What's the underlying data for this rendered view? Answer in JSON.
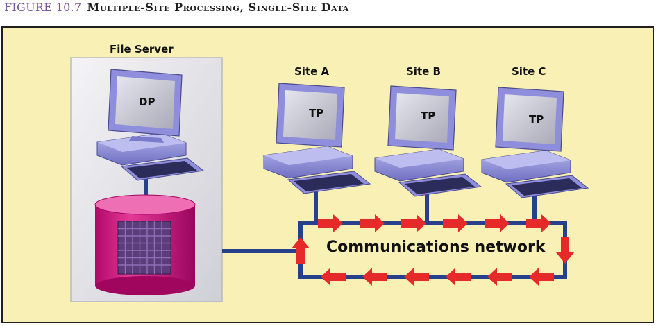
{
  "caption": {
    "number": "FIGURE 10.7",
    "title": "Multiple-Site Processing, Single-Site Data"
  },
  "server": {
    "label": "File Server",
    "screen_text": "DP"
  },
  "sites": [
    {
      "label": "Site A",
      "screen_text": "TP"
    },
    {
      "label": "Site B",
      "screen_text": "TP"
    },
    {
      "label": "Site C",
      "screen_text": "TP"
    }
  ],
  "network": {
    "label": "Communications network"
  },
  "colors": {
    "background": "#f8f0b4",
    "computer_body": "#8e8edc",
    "screen": "#cfcfd9",
    "database": "#d1127a",
    "grid": "#5a3d7a",
    "network_line": "#27408b",
    "arrows": "#e62a2a"
  }
}
